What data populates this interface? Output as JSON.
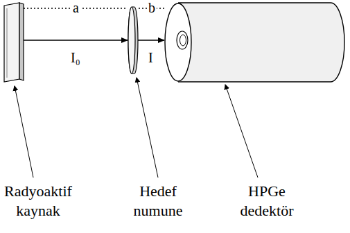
{
  "diagram": {
    "nodes": [
      {
        "text": [
          "Radyoaktif kaynak"
        ]
      },
      {
        "text": [
          "Hedef numune"
        ]
      },
      {
        "text": [
          "HPGe dedektör"
        ]
      }
    ],
    "edges": [
      {
        "from": 0,
        "to": 1,
        "arrow": "to",
        "label": "I₀"
      },
      {
        "from": 1,
        "to": 2,
        "arrow": "to",
        "label": "I"
      },
      {
        "from": 0,
        "to": 1,
        "arrow": "none",
        "label": "a"
      },
      {
        "from": 1,
        "to": 2,
        "arrow": "none",
        "label": "b"
      }
    ]
  }
}
